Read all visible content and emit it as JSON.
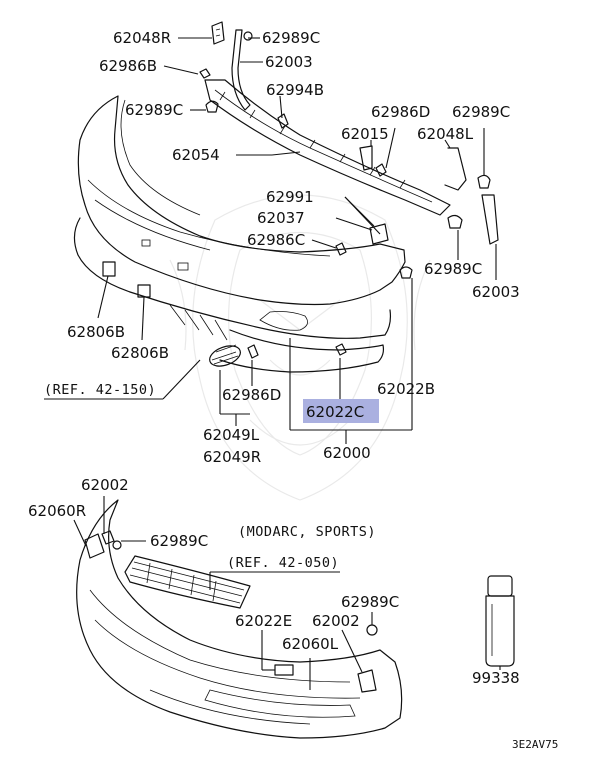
{
  "diagram": {
    "labels": {
      "p62048R": "62048R",
      "p62989C_top": "62989C",
      "p62986B": "62986B",
      "p62003_top": "62003",
      "p62994B": "62994B",
      "p62989C_left": "62989C",
      "p62986D_right": "62986D",
      "p62989C_right": "62989C",
      "p62015": "62015",
      "p62048L": "62048L",
      "p62054": "62054",
      "p62991": "62991",
      "p62037": "62037",
      "p62986C": "62986C",
      "p62989C_mid": "62989C",
      "p62003_right": "62003",
      "p62806B_1": "62806B",
      "p62806B_2": "62806B",
      "p62986D_low": "62986D",
      "p62022B": "62022B",
      "p62022C": "62022C",
      "p62049L": "62049L",
      "p62049R": "62049R",
      "p62000": "62000",
      "p62002_top": "62002",
      "p62060R": "62060R",
      "p62989C_low": "62989C",
      "p62989C_lowright": "62989C",
      "p62022E": "62022E",
      "p62002_low": "62002",
      "p62060L": "62060L",
      "p99338": "99338"
    },
    "notes": {
      "ref_42_150": "(REF. 42-150)",
      "modarc": "(MODARC, SPORTS)",
      "ref_42_050": "(REF. 42-050)"
    },
    "diagram_code": "3E2AV75",
    "highlight_color": "#aab0e0"
  }
}
